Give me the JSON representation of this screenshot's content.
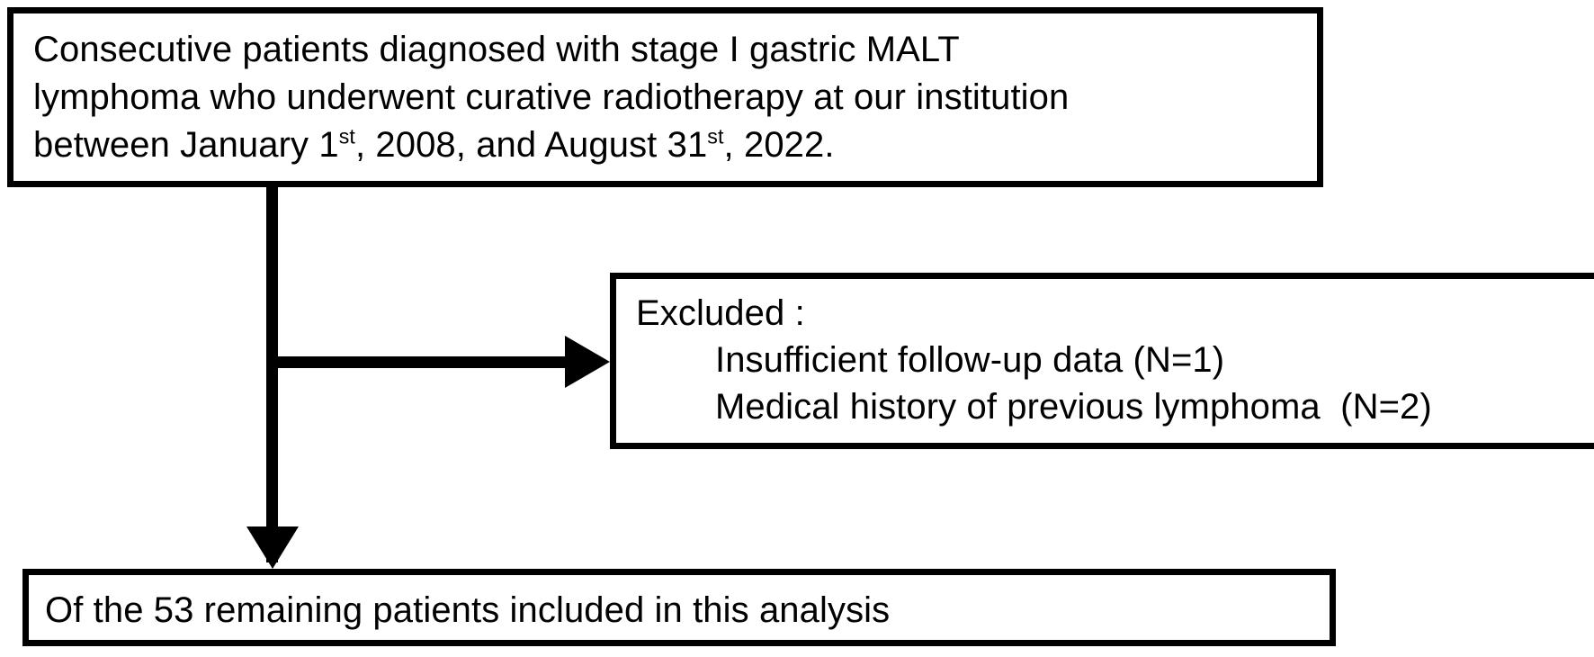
{
  "diagram": {
    "type": "patient-selection-flowchart",
    "colors": {
      "border": "#000000",
      "background": "#ffffff",
      "text": "#000000"
    },
    "boxes": {
      "enrollment": {
        "name": "enrollment-box",
        "lines": [
          "Consecutive patients diagnosed with stage I gastric MALT",
          "lymphoma who underwent curative radiotherapy at our institution",
          "between January 1st, 2008, and August 31st, 2022."
        ],
        "line3_parts": {
          "a": "between January 1",
          "sup1": "st",
          "b": ", 2008, and August 31",
          "sup2": "st",
          "c": ", 2022."
        }
      },
      "excluded": {
        "name": "excluded-box",
        "heading": "Excluded :",
        "items": [
          "Insufficient follow-up data (N=1)",
          "Medical history of previous lymphoma  (N=2)"
        ],
        "counts": {
          "insufficient_follow_up": 1,
          "previous_lymphoma": 2
        }
      },
      "included": {
        "name": "included-box",
        "text": "Of the 53 remaining patients included in this analysis",
        "remaining_patients": 53
      }
    },
    "connectors": {
      "vertical": "down-arrow-to-included",
      "horizontal": "right-arrow-to-excluded"
    }
  }
}
